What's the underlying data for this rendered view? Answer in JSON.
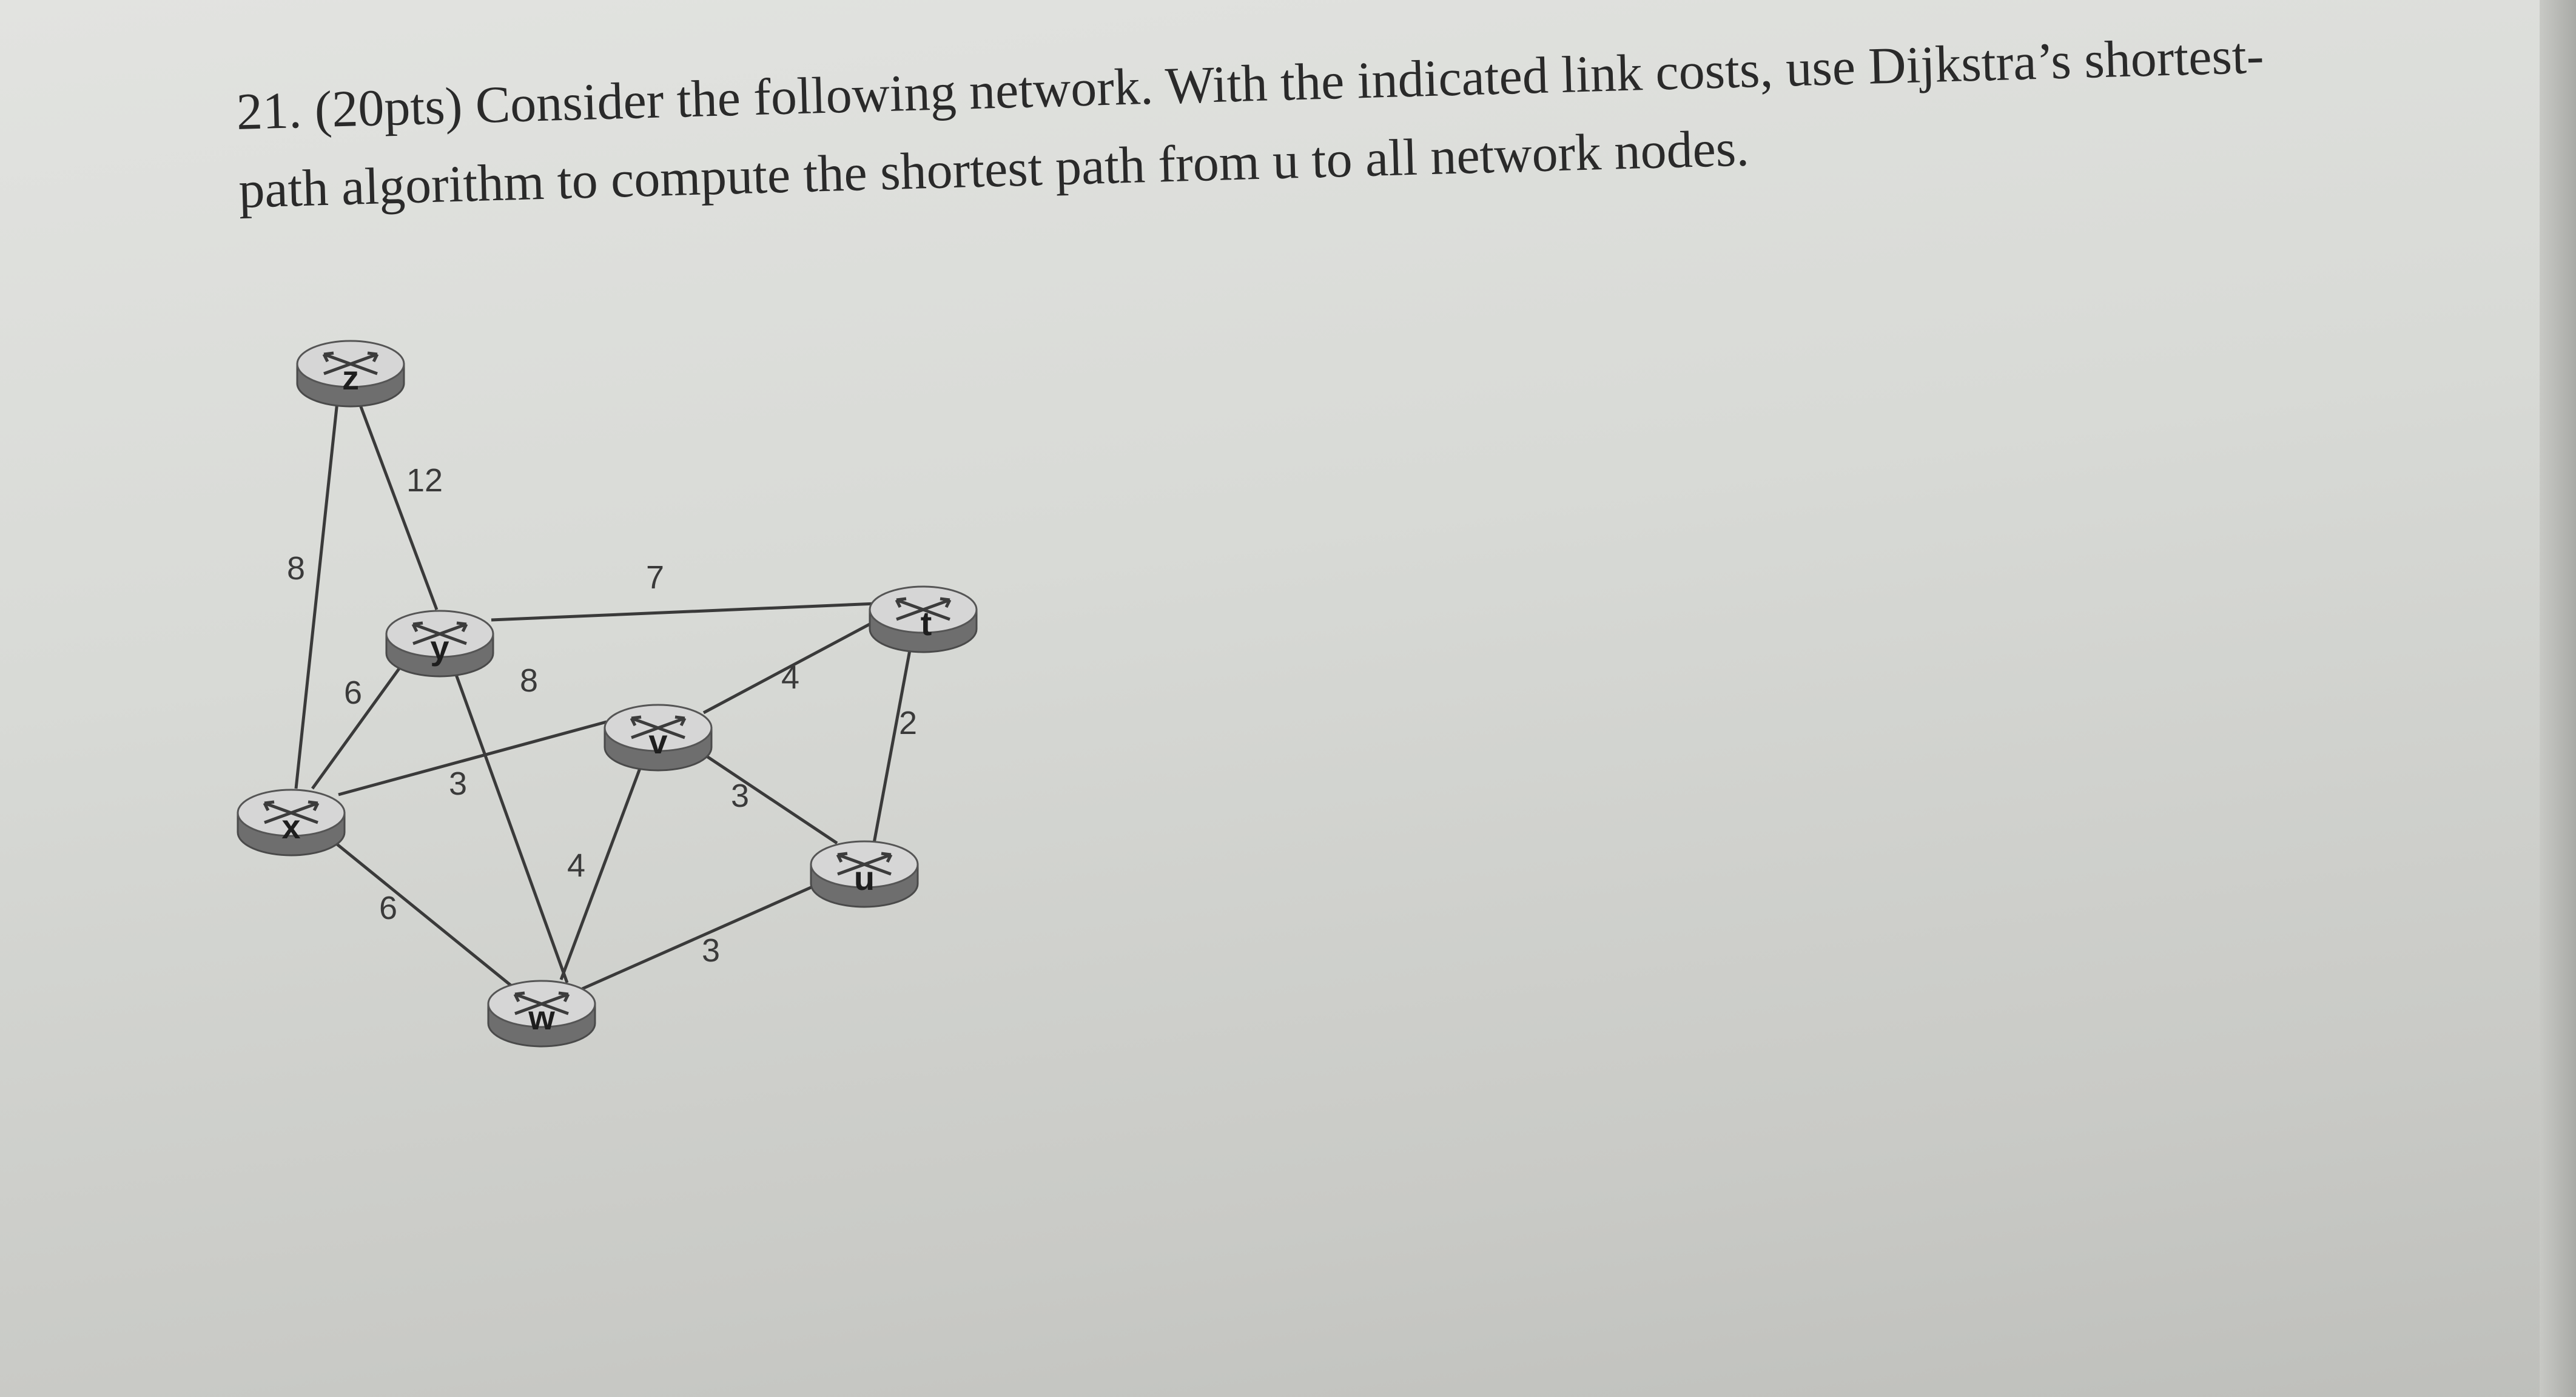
{
  "question": {
    "line1": "21. (20pts) Consider the following network. With the indicated link costs, use Dijkstra’s shortest-",
    "line2": "path algorithm to compute the shortest path from u to all network nodes."
  },
  "network": {
    "nodes": [
      {
        "id": "z",
        "label": "z"
      },
      {
        "id": "y",
        "label": "y"
      },
      {
        "id": "t",
        "label": "t"
      },
      {
        "id": "v",
        "label": "v"
      },
      {
        "id": "x",
        "label": "x"
      },
      {
        "id": "u",
        "label": "u"
      },
      {
        "id": "w",
        "label": "w"
      }
    ],
    "links": [
      {
        "from": "z",
        "to": "x",
        "cost": "8"
      },
      {
        "from": "z",
        "to": "y",
        "cost": "12"
      },
      {
        "from": "y",
        "to": "t",
        "cost": "7"
      },
      {
        "from": "y",
        "to": "x",
        "cost": "6"
      },
      {
        "from": "y",
        "to": "w",
        "cost": "8"
      },
      {
        "from": "x",
        "to": "v",
        "cost": "3"
      },
      {
        "from": "x",
        "to": "w",
        "cost": "6"
      },
      {
        "from": "v",
        "to": "t",
        "cost": "4"
      },
      {
        "from": "v",
        "to": "u",
        "cost": "3"
      },
      {
        "from": "v",
        "to": "w",
        "cost": "4"
      },
      {
        "from": "t",
        "to": "u",
        "cost": "2"
      },
      {
        "from": "w",
        "to": "u",
        "cost": "3"
      }
    ]
  },
  "colors": {
    "link": "#3a3a3a",
    "router_top": "#d6d6d6",
    "router_side": "#6e6e6e",
    "text": "#2a2a2a"
  }
}
